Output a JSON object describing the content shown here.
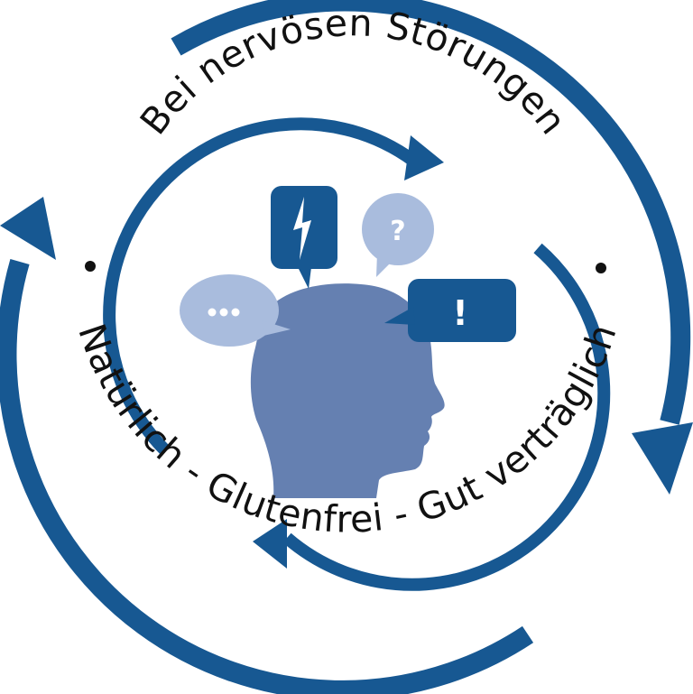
{
  "logo": {
    "top_text": "Bei nervösen Störungen",
    "bottom_text": "Natürlich - Glutenfrei - Gut verträglich",
    "separator": "•",
    "bubbles": [
      {
        "name": "speech-bubble-ellipsis",
        "glyph": "...",
        "style": "light"
      },
      {
        "name": "speech-bubble-lightning",
        "glyph": "⚡",
        "style": "dark"
      },
      {
        "name": "speech-bubble-question",
        "glyph": "?",
        "style": "light"
      },
      {
        "name": "speech-bubble-exclamation",
        "glyph": "!",
        "style": "dark"
      }
    ],
    "colors": {
      "ring_blue": "#175892",
      "head_blue": "#6580b1",
      "bubble_dark": "#175892",
      "bubble_light": "#a9bcdd",
      "text": "#111111",
      "background": "#ffffff"
    }
  }
}
